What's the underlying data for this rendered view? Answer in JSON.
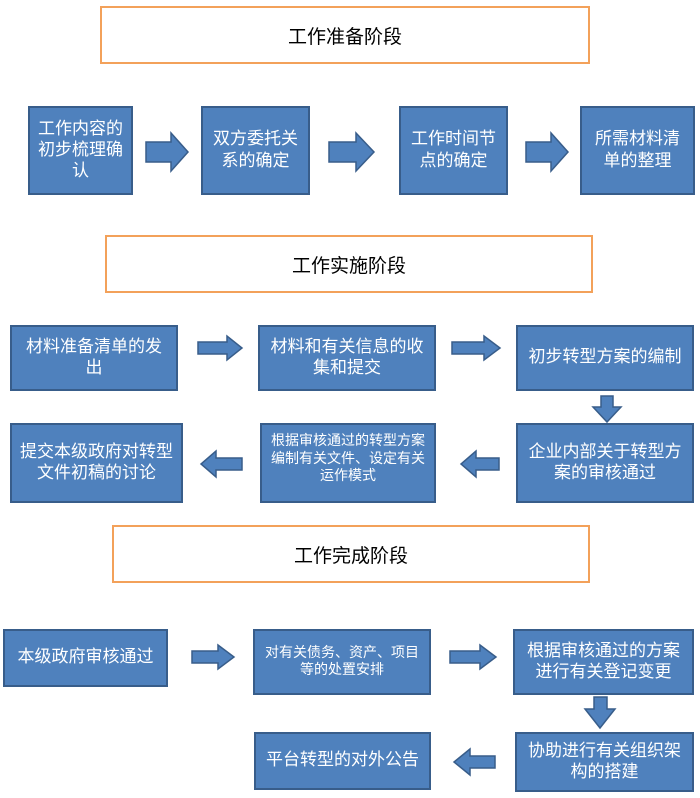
{
  "stages": [
    {
      "title": "工作准备阶段"
    },
    {
      "title": "工作实施阶段"
    },
    {
      "title": "工作完成阶段"
    }
  ],
  "prep": [
    "工作内容的初步梳理确认",
    "双方委托关系的确定",
    "工作时间节点的确定",
    "所需材料清单的整理"
  ],
  "impl": [
    "材料准备清单的发出",
    "材料和有关信息的收集和提交",
    "初步转型方案的编制",
    "企业内部关于转型方案的审核通过",
    "根据审核通过的转型方案编制有关文件、设定有关运作模式",
    "提交本级政府对转型文件初稿的讨论"
  ],
  "done": [
    "本级政府审核通过",
    "对有关债务、资产、项目等的处置安排",
    "根据审核通过的方案进行有关登记变更",
    "协助进行有关组织架构的搭建",
    "平台转型的对外公告"
  ],
  "colors": {
    "box_fill": "#4f81bd",
    "box_border": "#385d8a",
    "header_border": "#f3a15a"
  }
}
